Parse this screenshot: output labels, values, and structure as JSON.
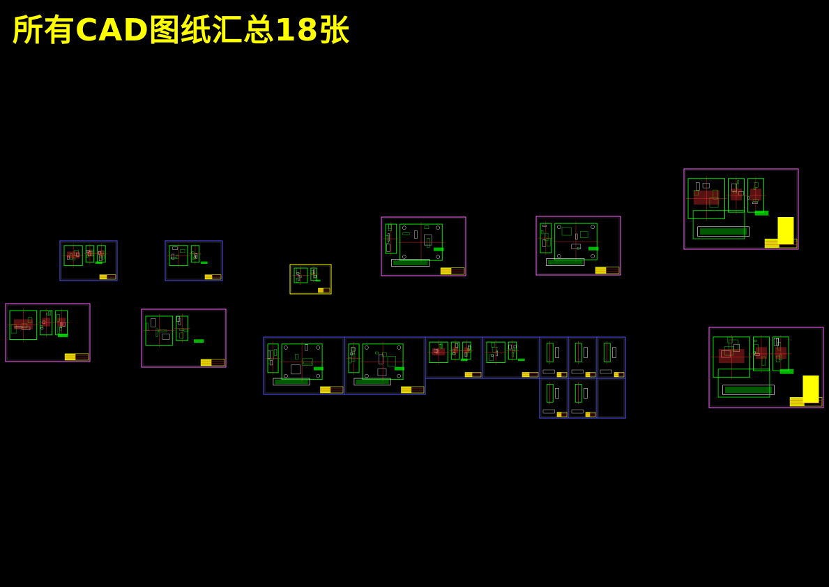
{
  "title": "所有CAD图纸汇总18张",
  "colors": {
    "background": "#000000",
    "title": "#ffff00",
    "frame_primary": "#5555ff",
    "frame_alt": "#ff66ff",
    "frame_yellow": "#ffff00",
    "linework": "#00ff00",
    "linework_white": "#ffffff",
    "linework_red": "#ff3333",
    "title_block": "#ffff00"
  },
  "sheets": [
    {
      "id": "sheet-1",
      "style": "assembly-small"
    },
    {
      "id": "sheet-2",
      "style": "part-single"
    },
    {
      "id": "sheet-3",
      "style": "part-sketch"
    },
    {
      "id": "sheet-4",
      "style": "assembly-small"
    },
    {
      "id": "sheet-5",
      "style": "part-single"
    },
    {
      "id": "sheet-6",
      "style": "plate-top"
    },
    {
      "id": "sheet-7",
      "style": "plate-top"
    },
    {
      "id": "sheet-8",
      "style": "assembly-large"
    },
    {
      "id": "sheet-9",
      "style": "assembly-large"
    },
    {
      "id": "sheet-10",
      "style": "plate-top"
    },
    {
      "id": "sheet-11",
      "style": "plate-top"
    },
    {
      "id": "sheet-12",
      "style": "assembly-small"
    },
    {
      "id": "sheet-13",
      "style": "part-single"
    },
    {
      "id": "sheet-14",
      "style": "detail-narrow"
    },
    {
      "id": "sheet-15",
      "style": "detail-narrow"
    },
    {
      "id": "sheet-16",
      "style": "detail-narrow"
    },
    {
      "id": "sheet-17",
      "style": "detail-narrow"
    },
    {
      "id": "sheet-18",
      "style": "detail-narrow"
    },
    {
      "id": "sheet-19",
      "style": "detail-empty"
    }
  ]
}
